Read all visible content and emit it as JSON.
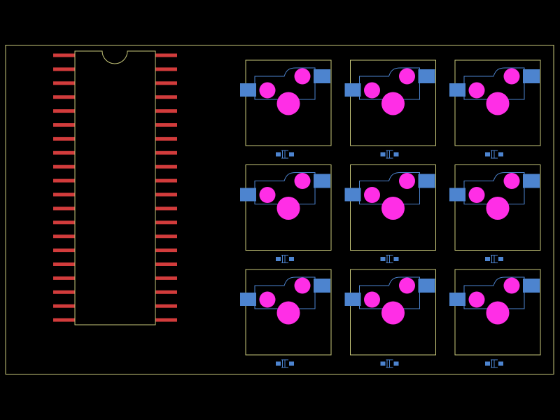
{
  "colors": {
    "background": "#000000",
    "board_outline": "#c8c87a",
    "silkscreen": "#c8c87a",
    "ic_pad": "#d23c3c",
    "smd_pad": "#4d84cf",
    "through_hole": "#ff2ee6",
    "copper_trace": "#4d84cf"
  },
  "ic": {
    "package": "DIP",
    "pins_per_side": 20
  },
  "switch_grid": {
    "rows": 3,
    "cols": 3
  }
}
